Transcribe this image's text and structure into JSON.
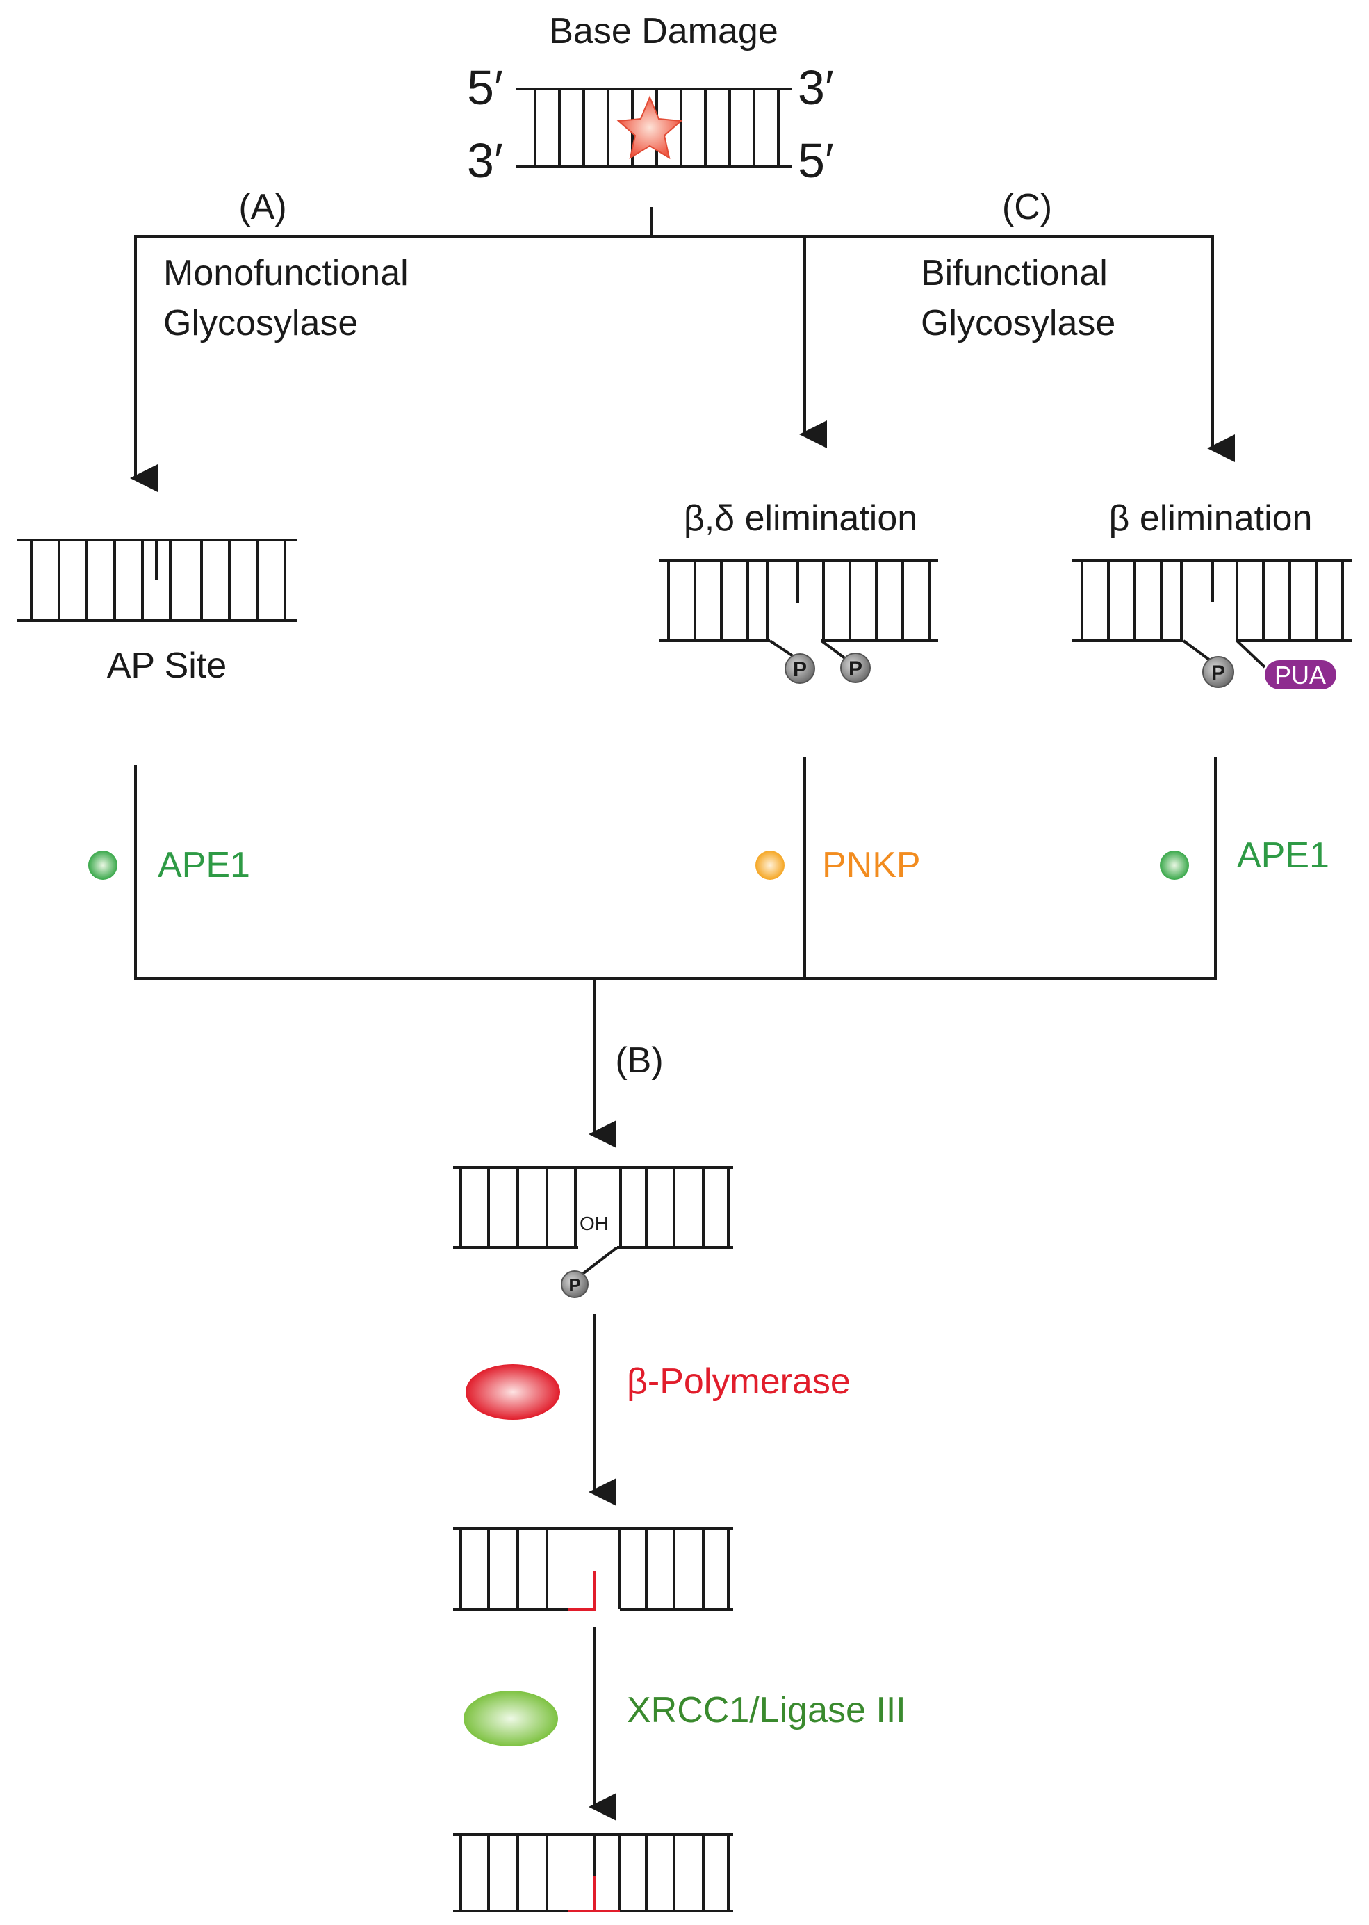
{
  "title": "Base Damage",
  "strand_labels": {
    "top_left": "5′",
    "top_right": "3′",
    "bottom_left": "3′",
    "bottom_right": "5′"
  },
  "paths": {
    "a": {
      "tag": "(A)",
      "enzyme_line1": "Monofunctional",
      "enzyme_line2": "Glycosylase"
    },
    "c": {
      "tag": "(C)",
      "enzyme_line1": "Bifunctional",
      "enzyme_line2": "Glycosylase"
    },
    "b": {
      "tag": "(B)"
    }
  },
  "intermediates": {
    "ap_site": "AP Site",
    "beta_delta": "β,δ elimination",
    "beta": "β elimination"
  },
  "groups": {
    "phosphate": "P",
    "pua": "PUA",
    "hydroxyl": "OH"
  },
  "proteins": {
    "ape1_left": "APE1",
    "pnkp": "PNKP",
    "ape1_right": "APE1",
    "polymerase": "β-Polymerase",
    "ligase": "XRCC1/Ligase III"
  },
  "colors": {
    "ape1": "#2e9a45",
    "pnkp": "#f28c1f",
    "polymerase": "#e11d2b",
    "ligase": "#3a8a2e",
    "pua": "#8e2c8f",
    "phosphate": "#8a8a8a",
    "damage_star": "#ef5a45",
    "line": "#1a1a1a"
  },
  "icons": {
    "damage": "damage-star-icon",
    "ape1": "ape1-sphere-icon",
    "pnkp": "pnkp-sphere-icon",
    "polymerase": "polymerase-ellipse-icon",
    "ligase": "ligase-ellipse-icon"
  }
}
